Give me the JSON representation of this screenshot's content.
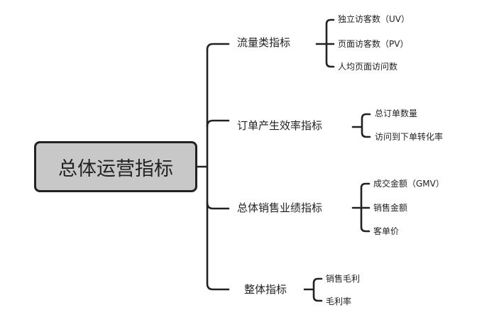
{
  "root": {
    "label": "总体运营指标"
  },
  "branches": [
    {
      "label": "流量类指标",
      "children": [
        "独立访客数（UV）",
        "页面访客数（PV）",
        "人均页面访问数"
      ]
    },
    {
      "label": "订单产生效率指标",
      "children": [
        "总订单数量",
        "访问到下单转化率"
      ]
    },
    {
      "label": "总体销售业绩指标",
      "children": [
        "成交金额（GMV）",
        "销售金额",
        "客单价"
      ]
    },
    {
      "label": "整体指标",
      "children": [
        "销售毛利",
        "毛利率"
      ]
    }
  ],
  "colors": {
    "line": "#222222",
    "root_fill": "#c8c8c8",
    "text": "#222222"
  }
}
